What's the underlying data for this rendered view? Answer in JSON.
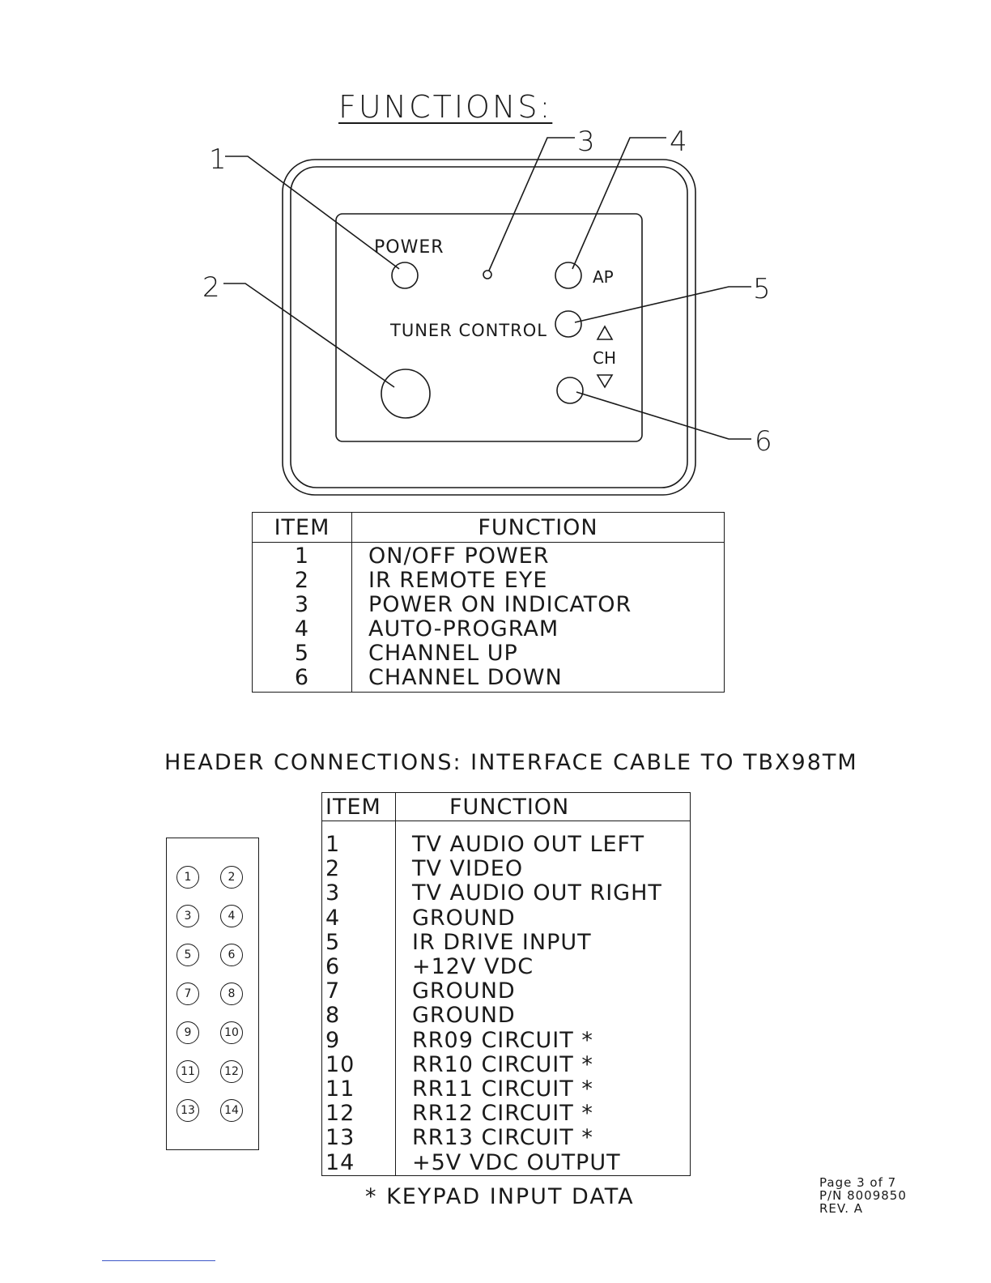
{
  "title": "FUNCTIONS:",
  "panel": {
    "power_label": "POWER",
    "tuner_label": "TUNER CONTROL",
    "ap_label": "AP",
    "ch_label": "CH",
    "callouts": [
      "1",
      "2",
      "3",
      "4",
      "5",
      "6"
    ]
  },
  "functions_table": {
    "headers": [
      "ITEM",
      "FUNCTION"
    ],
    "rows": [
      {
        "item": "1",
        "function": "ON/OFF POWER"
      },
      {
        "item": "2",
        "function": "IR REMOTE EYE"
      },
      {
        "item": "3",
        "function": "POWER ON INDICATOR"
      },
      {
        "item": "4",
        "function": "AUTO-PROGRAM"
      },
      {
        "item": "5",
        "function": "CHANNEL UP"
      },
      {
        "item": "6",
        "function": "CHANNEL DOWN"
      }
    ]
  },
  "header_title": "HEADER CONNECTIONS: INTERFACE CABLE TO TBX98TM",
  "header_pins": [
    "1",
    "2",
    "3",
    "4",
    "5",
    "6",
    "7",
    "8",
    "9",
    "10",
    "11",
    "12",
    "13",
    "14"
  ],
  "header_table": {
    "headers": [
      "ITEM",
      "FUNCTION"
    ],
    "rows": [
      {
        "item": "1",
        "function": "TV AUDIO OUT LEFT"
      },
      {
        "item": "2",
        "function": "TV VIDEO"
      },
      {
        "item": "3",
        "function": "TV AUDIO OUT RIGHT"
      },
      {
        "item": "4",
        "function": "GROUND"
      },
      {
        "item": "5",
        "function": "IR DRIVE INPUT"
      },
      {
        "item": "6",
        "function": "+12V VDC"
      },
      {
        "item": "7",
        "function": "GROUND"
      },
      {
        "item": "8",
        "function": "GROUND"
      },
      {
        "item": "9",
        "function": "RR09 CIRCUIT *"
      },
      {
        "item": "10",
        "function": "RR10 CIRCUIT *"
      },
      {
        "item": "11",
        "function": "RR11 CIRCUIT *"
      },
      {
        "item": "12",
        "function": "RR12 CIRCUIT *"
      },
      {
        "item": "13",
        "function": "RR13 CIRCUIT *"
      },
      {
        "item": "14",
        "function": "+5V VDC OUTPUT"
      }
    ]
  },
  "footnote": "* KEYPAD INPUT DATA",
  "footer": {
    "page": "Page 3 of 7",
    "part_number": "P/N 8009850",
    "revision": "REV. A"
  }
}
